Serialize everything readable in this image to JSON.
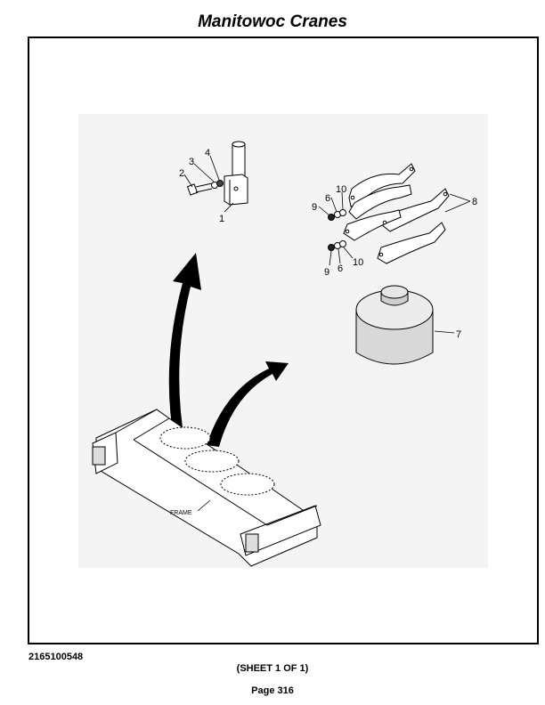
{
  "header": {
    "title": "Manitowoc Cranes"
  },
  "illustration": {
    "callouts": {
      "c1": "1",
      "c2": "2",
      "c3": "3",
      "c4": "4",
      "c6a": "6",
      "c6b": "6",
      "c7": "7",
      "c8": "8",
      "c9a": "9",
      "c9b": "9",
      "c10a": "10",
      "c10b": "10"
    },
    "frame_label": "FRAME"
  },
  "footer": {
    "doc_number": "2165100548",
    "sheet": "(SHEET 1 OF 1)",
    "page": "Page 316"
  }
}
